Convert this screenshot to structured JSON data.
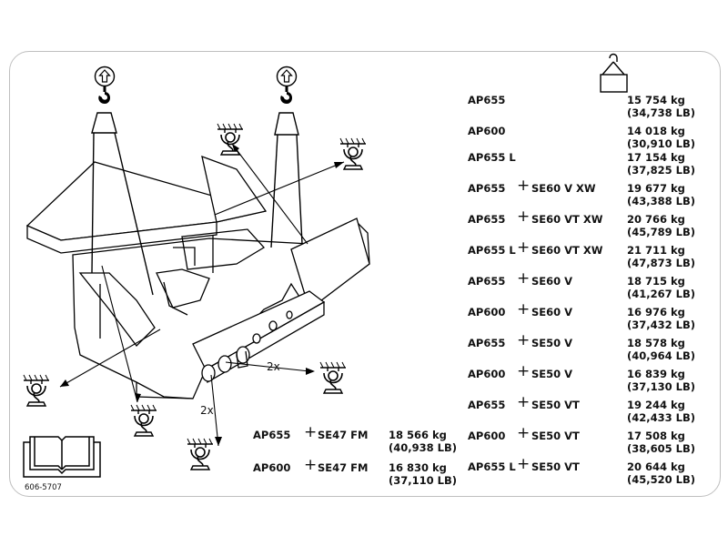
{
  "doc_code": "606-5707",
  "multiplier_labels": [
    "2x",
    "2x"
  ],
  "icons": [
    "lift-hook-icon",
    "tie-down-icon",
    "load-weight-icon",
    "manual-book-icon"
  ],
  "rows_left": [
    {
      "model": "AP655",
      "plus": "+",
      "option": "SE47 FM",
      "weight_kg": "18 566 kg",
      "weight_lb": "(40,938 LB)"
    },
    {
      "model": "AP600",
      "plus": "+",
      "option": "SE47 FM",
      "weight_kg": "16 830 kg",
      "weight_lb": "(37,110 LB)"
    }
  ],
  "rows_right": [
    {
      "model": "AP655",
      "plus": "",
      "option": "",
      "weight_kg": "15 754 kg",
      "weight_lb": "(34,738 LB)"
    },
    {
      "model": "AP600",
      "plus": "",
      "option": "",
      "weight_kg": "14 018 kg",
      "weight_lb": "(30,910 LB)"
    },
    {
      "model": "AP655 L",
      "plus": "",
      "option": "",
      "weight_kg": "17 154 kg",
      "weight_lb": "(37,825 LB)"
    },
    {
      "model": "AP655",
      "plus": "+",
      "option": "SE60 V XW",
      "weight_kg": "19 677 kg",
      "weight_lb": "(43,388 LB)"
    },
    {
      "model": "AP655",
      "plus": "+",
      "option": "SE60 VT XW",
      "weight_kg": "20 766 kg",
      "weight_lb": "(45,789 LB)"
    },
    {
      "model": "AP655  L",
      "plus": "+",
      "option": "SE60 VT XW",
      "weight_kg": "21 711 kg",
      "weight_lb": "(47,873 LB)"
    },
    {
      "model": "AP655",
      "plus": "+",
      "option": "SE60 V",
      "weight_kg": "18 715 kg",
      "weight_lb": "(41,267 LB)"
    },
    {
      "model": "AP600",
      "plus": "+",
      "option": "SE60 V",
      "weight_kg": "16 976 kg",
      "weight_lb": "(37,432 LB)"
    },
    {
      "model": "AP655",
      "plus": "+",
      "option": "SE50 V",
      "weight_kg": "18 578 kg",
      "weight_lb": "(40,964 LB)"
    },
    {
      "model": "AP600",
      "plus": "+",
      "option": "SE50 V",
      "weight_kg": "16 839 kg",
      "weight_lb": "(37,130 LB)"
    },
    {
      "model": "AP655",
      "plus": "+",
      "option": "SE50 VT",
      "weight_kg": "19 244 kg",
      "weight_lb": "(42,433 LB)"
    },
    {
      "model": "AP600",
      "plus": "+",
      "option": "SE50 VT",
      "weight_kg": "17 508 kg",
      "weight_lb": "(38,605 LB)"
    },
    {
      "model": "AP655  L",
      "plus": "+",
      "option": "SE50 VT",
      "weight_kg": "20 644 kg",
      "weight_lb": "(45,520 LB)"
    }
  ]
}
